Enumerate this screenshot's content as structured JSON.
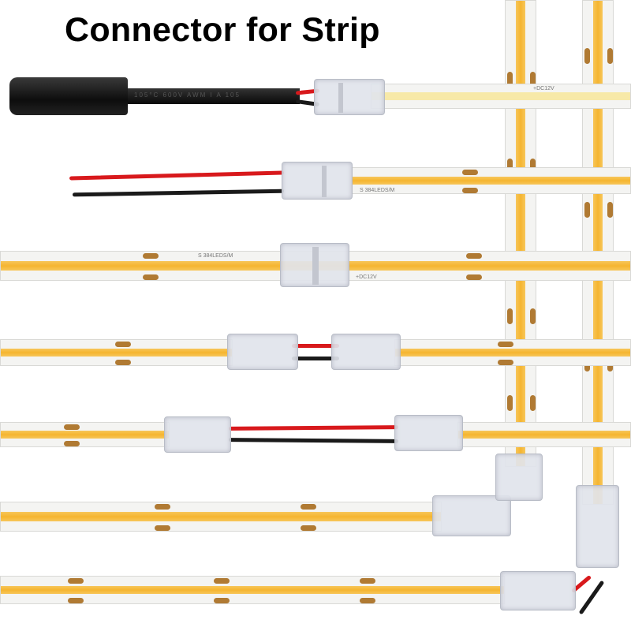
{
  "title": "Connector for Strip",
  "cable_print": "105°C 600V AWM I A 105",
  "strip_labels": {
    "voltage": "+DC12V",
    "density": "S 384LEDS/M"
  },
  "colors": {
    "led": "#f5b530",
    "pad": "#b07a33",
    "wire_red": "#d8191c",
    "wire_black": "#1a1a1a"
  }
}
